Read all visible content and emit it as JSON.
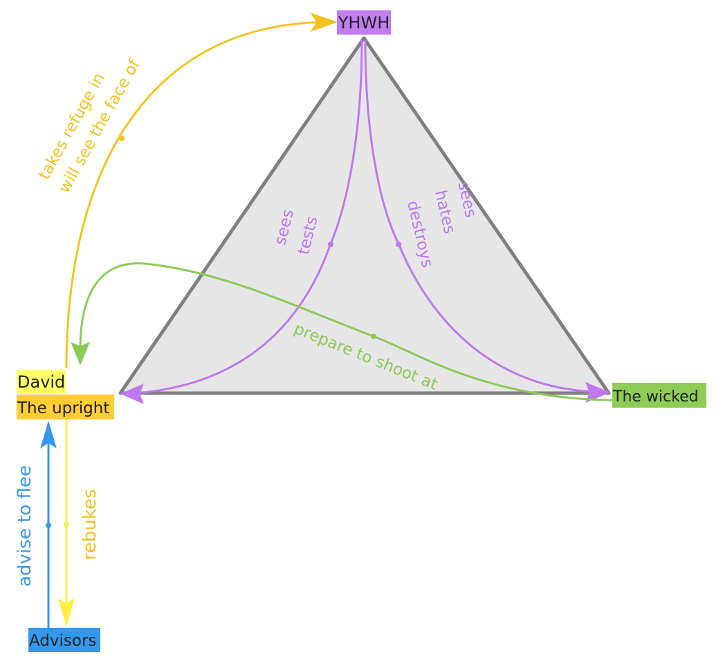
{
  "nodes": {
    "yhwh": {
      "label": "YHWH",
      "fill": "#c27df0"
    },
    "david": {
      "label": "David",
      "fill": "#ffff66"
    },
    "upright": {
      "label": "The upright",
      "fill": "#ffcc33"
    },
    "wicked": {
      "label": "The wicked",
      "fill": "#8fcc55"
    },
    "advisors": {
      "label": "Advisors",
      "fill": "#3399ee"
    }
  },
  "edges": {
    "refuge": {
      "line1": "takes refuge in",
      "line2": "will see the face of",
      "color": "#f6c21c"
    },
    "yhwh_upright": {
      "line1": "sees",
      "line2": "tests",
      "color": "#bf77ef"
    },
    "yhwh_wicked": {
      "line1": "sees",
      "line2": "hates",
      "line3": "destroys",
      "color": "#bf77ef"
    },
    "wicked_upright": {
      "line1": "prepare to shoot at",
      "color": "#88cc55"
    },
    "advisors_upright": {
      "line1": "advise to flee",
      "color": "#3399ee"
    },
    "upright_advisors": {
      "line1": "rebukes",
      "color": "#f6c21c"
    }
  },
  "triangle": {
    "fill": "#e6e6e6",
    "stroke": "#808080"
  }
}
